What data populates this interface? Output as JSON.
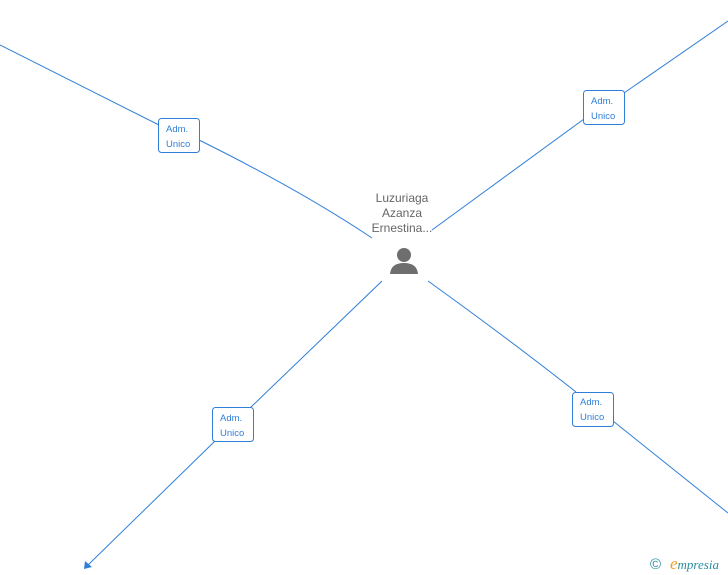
{
  "center_person": {
    "name_lines": [
      "Luzuriaga",
      "Azanza",
      "Ernestina..."
    ],
    "icon": "person-icon"
  },
  "relations": [
    {
      "label_lines": [
        "Adm.",
        "Unico"
      ]
    },
    {
      "label_lines": [
        "Adm.",
        "Unico"
      ]
    },
    {
      "label_lines": [
        "Adm.",
        "Unico"
      ]
    },
    {
      "label_lines": [
        "Adm.",
        "Unico"
      ]
    }
  ],
  "branding": {
    "copyright_symbol": "©",
    "logo_e": "e",
    "logo_rest": "mpresia"
  },
  "colors": {
    "edge": "#2f7fd8",
    "person": "#6e6e6e",
    "name_text": "#666666",
    "brand_teal": "#2a8ea0",
    "brand_orange": "#f0a020"
  }
}
